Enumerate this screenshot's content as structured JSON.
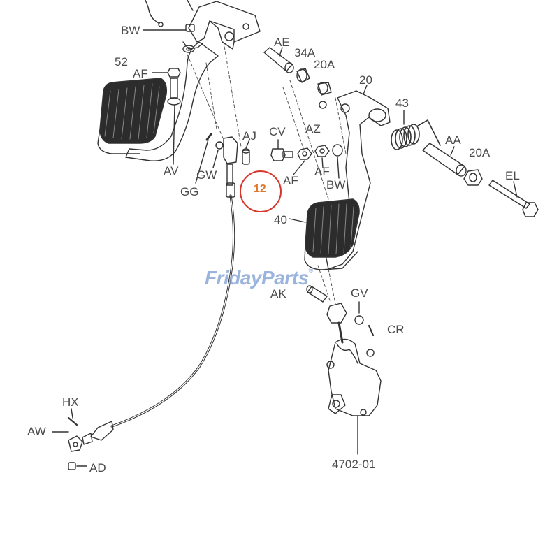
{
  "labels": {
    "bw_top": "BW",
    "l52": "52",
    "af_left": "AF",
    "av": "AV",
    "gg": "GG",
    "gw": "GW",
    "aj": "AJ",
    "cv": "CV",
    "af_mid1": "AF",
    "af_mid2": "AF",
    "bw_mid": "BW",
    "ae": "AE",
    "l34a": "34A",
    "l20a_top": "20A",
    "az": "AZ",
    "l20": "20",
    "l43": "43",
    "aa": "AA",
    "l20a_right": "20A",
    "el": "EL",
    "l40": "40",
    "ak": "AK",
    "gv": "GV",
    "cr": "CR",
    "hx": "HX",
    "aw": "AW",
    "ad": "AD",
    "l4702": "4702-01"
  },
  "callout": {
    "text": "12",
    "color": "#d9362b",
    "text_color": "#e0782a"
  },
  "watermark": {
    "text": "FridayParts",
    "mark": "®",
    "color": "#7a9bd4"
  }
}
